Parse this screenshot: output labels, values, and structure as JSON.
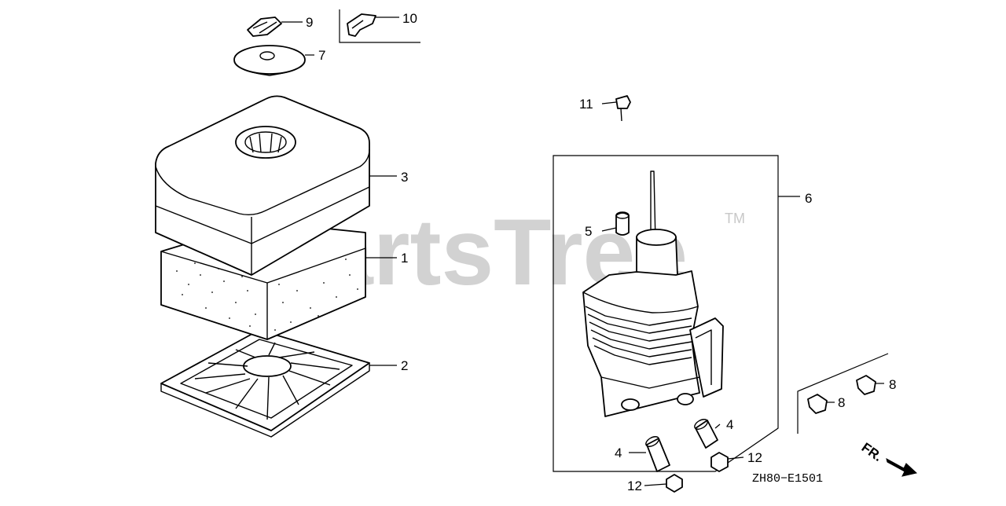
{
  "watermark": {
    "text": "PartsTree",
    "trademark": "TM"
  },
  "diagram_code": "ZH80−E1501",
  "direction_label": "FR.",
  "callouts": {
    "c1": "1",
    "c2": "2",
    "c3": "3",
    "c4a": "4",
    "c4b": "4",
    "c5": "5",
    "c6": "6",
    "c7": "7",
    "c8a": "8",
    "c8b": "8",
    "c9": "9",
    "c10": "10",
    "c11": "11",
    "c12a": "12",
    "c12b": "12"
  }
}
